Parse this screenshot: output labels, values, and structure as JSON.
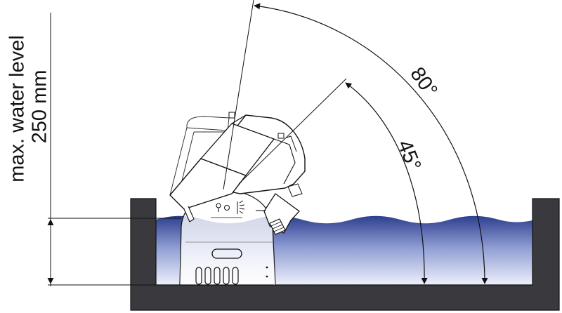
{
  "labels": {
    "max_level_line1": "max. water level",
    "max_level_line2": "250 mm",
    "angle_large": "80°",
    "angle_small": "45°"
  },
  "colors": {
    "basin": "#3a3a3e",
    "water_top": "#2e3f8f",
    "water_mid": "#8d9cd2",
    "water_bottom": "#eef0fb",
    "line": "#111111",
    "device_fill": "#ffffff"
  },
  "icons": [
    "bulb-icon",
    "spray-icon"
  ]
}
